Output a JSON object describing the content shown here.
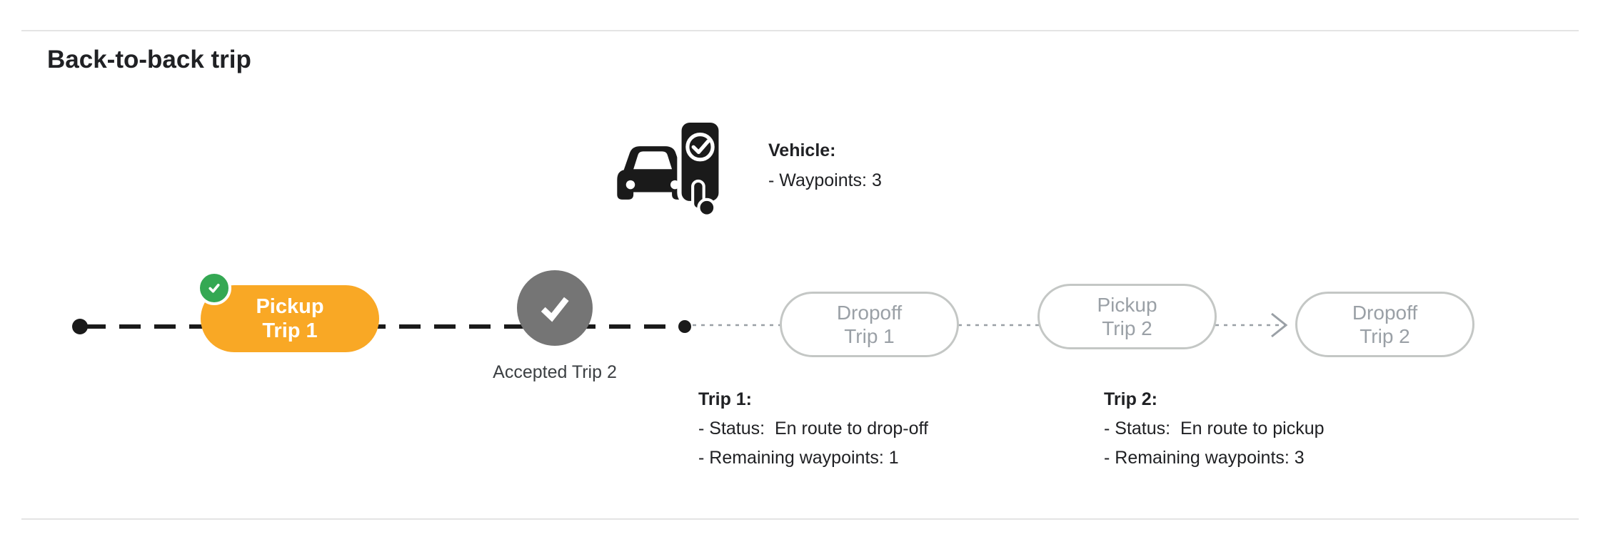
{
  "page": {
    "title": "Back-to-back trip"
  },
  "vehicle": {
    "label": "Vehicle:",
    "waypoints_line": "- Waypoints: 3"
  },
  "timeline": {
    "pickup_trip1": {
      "line1": "Pickup",
      "line2": "Trip 1"
    },
    "accepted_label": "Accepted Trip 2",
    "dropoff_trip1": {
      "line1": "Dropoff",
      "line2": "Trip 1"
    },
    "pickup_trip2": {
      "line1": "Pickup",
      "line2": "Trip 2"
    },
    "dropoff_trip2": {
      "line1": "Dropoff",
      "line2": "Trip 2"
    }
  },
  "notes": {
    "trip1": {
      "title": "Trip 1:",
      "status": "- Status:  En route to drop-off",
      "remaining": "- Remaining waypoints: 1"
    },
    "trip2": {
      "title": "Trip 2:",
      "status": "- Status:  En route to pickup",
      "remaining": "- Remaining waypoints: 3"
    }
  },
  "icons": {
    "vehicle": "car-with-phone-check-icon",
    "pickup_done": "check-badge-icon",
    "accepted": "check-icon",
    "arrow": "arrow-right-icon"
  },
  "colors": {
    "active_pill_bg": "#F9A825",
    "active_pill_text": "#FFFFFF",
    "success_green": "#34A853",
    "completed_circle_gray": "#757575",
    "pending_pill_border": "#C4C7C5",
    "pending_pill_text": "#9AA0A6",
    "route_line_black": "#1A1A1A",
    "route_line_gray": "#9AA0A6",
    "text_dark": "#202124",
    "divider": "#E4E4E4"
  }
}
